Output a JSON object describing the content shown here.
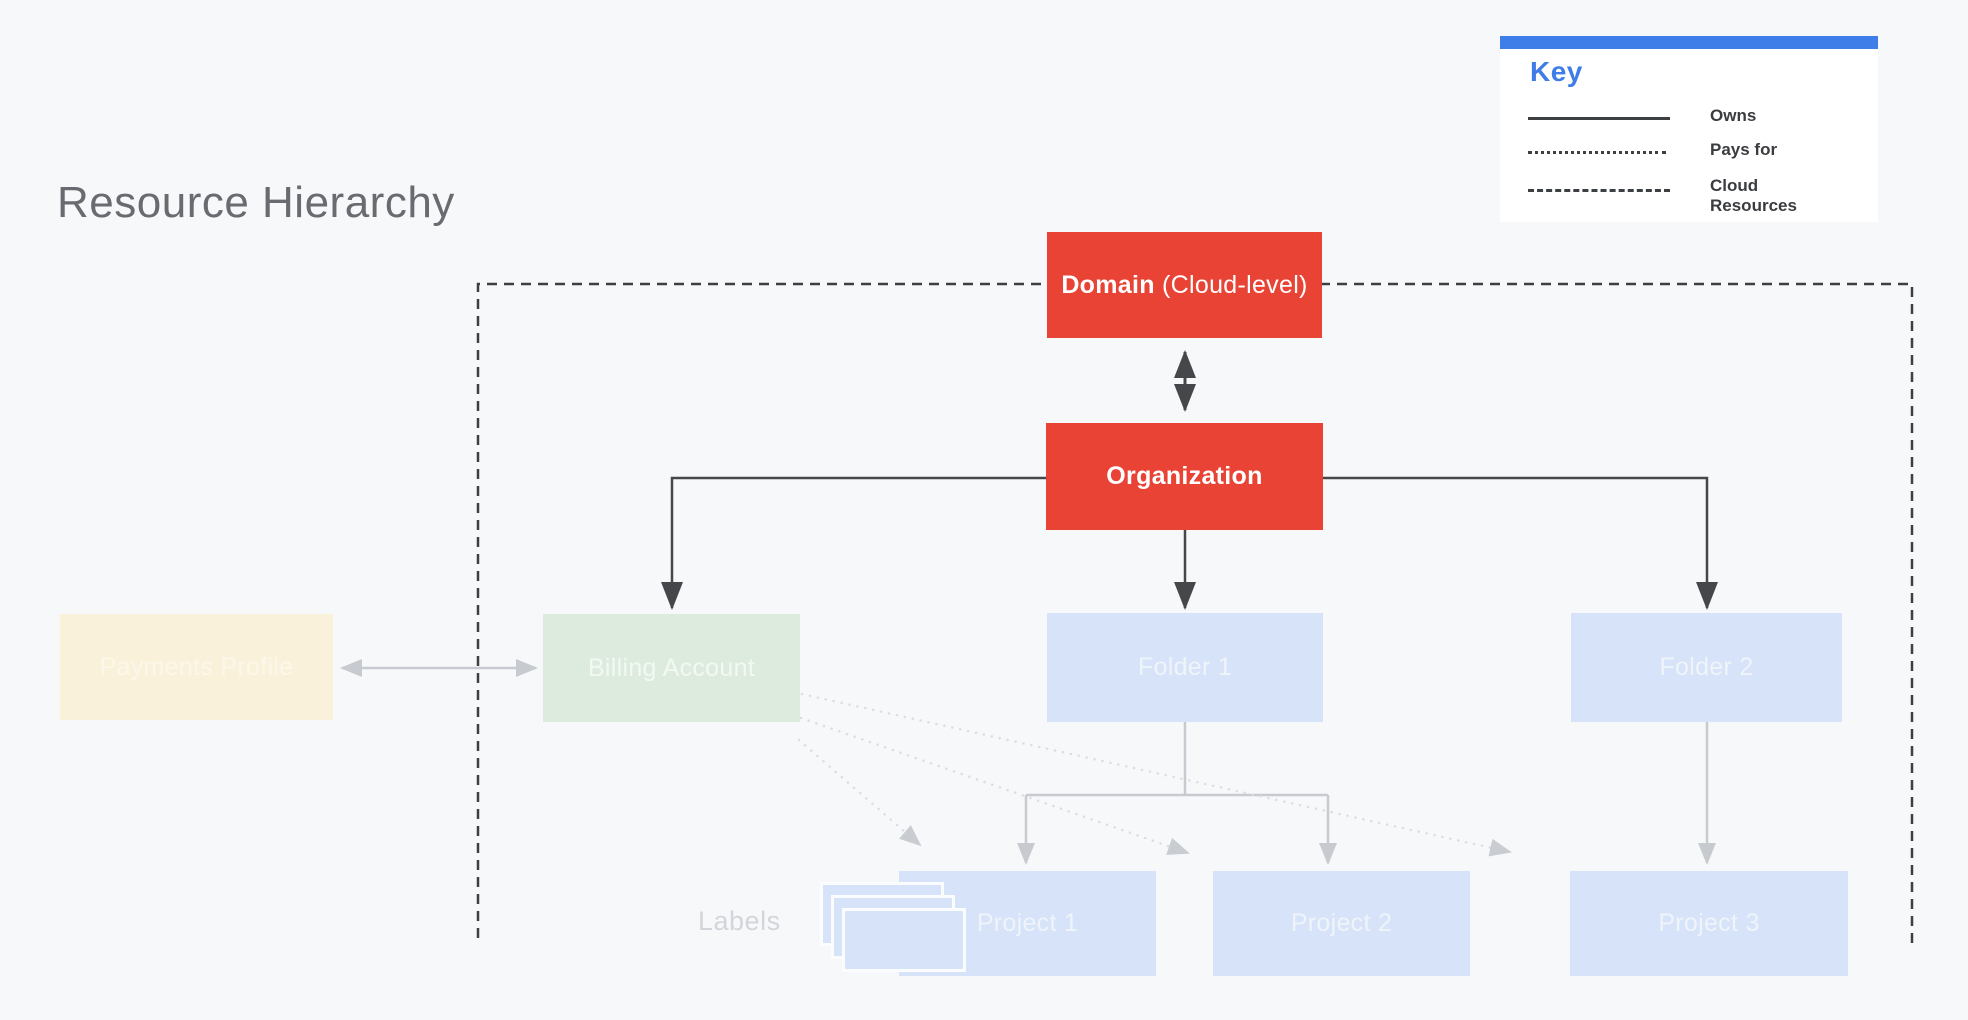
{
  "title": "Resource Hierarchy",
  "key": {
    "title": "Key",
    "items": [
      {
        "style": "solid",
        "label": "Owns"
      },
      {
        "style": "dotted",
        "label": "Pays for"
      },
      {
        "style": "dashed",
        "label": "Cloud Resources"
      }
    ]
  },
  "nodes": {
    "domain": {
      "bold": "Domain",
      "rest": " (Cloud-level)",
      "color": "#E94335"
    },
    "organization": {
      "label": "Organization",
      "color": "#E94335"
    },
    "payments_profile": {
      "label": "Payments Profile",
      "color": "#F9F1D9"
    },
    "billing_account": {
      "label": "Billing Account",
      "color": "#DDEBDE"
    },
    "folder1": {
      "label": "Folder 1",
      "color": "#D7E3F8"
    },
    "folder2": {
      "label": "Folder 2",
      "color": "#D7E3F8"
    },
    "project1": {
      "label": "Project 1",
      "color": "#D7E3F8"
    },
    "project2": {
      "label": "Project 2",
      "color": "#D7E3F8"
    },
    "project3": {
      "label": "Project 3",
      "color": "#D7E3F8"
    },
    "labels_caption": {
      "label": "Labels"
    }
  },
  "relationships": {
    "owns": [
      "Organization -> Billing Account",
      "Organization -> Folder 1",
      "Organization -> Folder 2",
      "Folder 1 -> Project 1",
      "Folder 1 -> Project 2",
      "Folder 2 -> Project 3"
    ],
    "pays_for": [
      "Billing Account -> Project 1",
      "Billing Account -> Project 2",
      "Billing Account -> Project 3"
    ],
    "two_way": [
      "Domain <-> Organization",
      "Payments Profile <-> Billing Account"
    ],
    "cloud_resources_boundary_contains": [
      "Organization",
      "Billing Account",
      "Folder 1",
      "Folder 2",
      "Project 1",
      "Project 2",
      "Project 3"
    ]
  },
  "colors": {
    "background": "#F7F8FA",
    "node_red": "#E94335",
    "node_cream": "#F9F1D9",
    "node_green": "#DDEBDE",
    "node_blue": "#D7E3F8",
    "key_accent_blue": "#3F7DE8",
    "dark_line": "#45474B",
    "boundary_dash": "#3C4043",
    "gray_line": "#C7CACF",
    "dotted_line": "#DBDDE0",
    "title_gray": "#686B6F",
    "labels_gray": "#D2D5DA"
  }
}
